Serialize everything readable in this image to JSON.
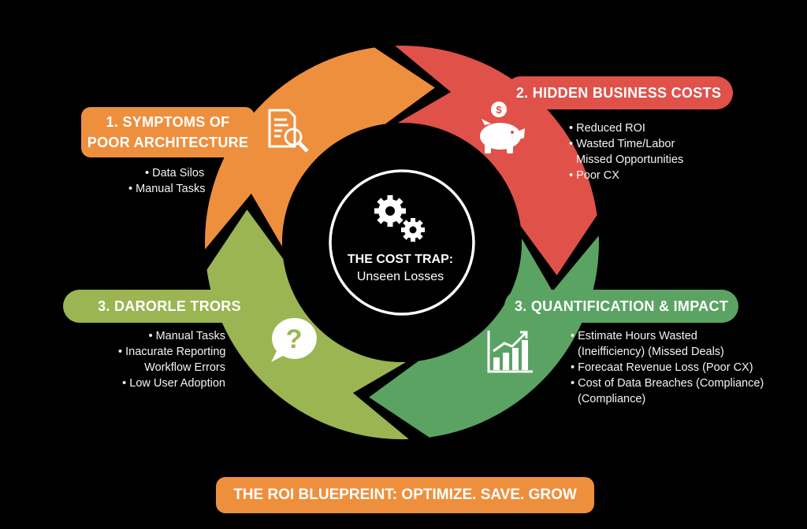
{
  "center": {
    "title": "THE COST TRAP:",
    "subtitle": "Unseen Losses",
    "icon": "gears-icon"
  },
  "stages": [
    {
      "label_line1": "1. SYMPTOMS OF",
      "label_line2": "POOR ARCHITECTURE",
      "color": "#ee8f3e",
      "icon": "document-search-icon",
      "bullets": [
        "• Data Silos",
        "• Manual Tasks"
      ]
    },
    {
      "label": "2. HIDDEN BUSINESS COSTS",
      "color": "#e0514a",
      "icon": "piggy-bank-icon",
      "bullets": [
        "• Reduced ROI",
        "• Wasted Time/Labor",
        "Missed Opportunities",
        "• Poor CX"
      ]
    },
    {
      "label": "3. DARORLE TRORS",
      "color": "#9bb552",
      "icon": "question-bubble-icon",
      "bullets": [
        "• Manual Tasks",
        "• Inacurate Reporting",
        "Workflow Errors",
        "• Low User Adoption"
      ]
    },
    {
      "label": "3. QUANTIFICATION & IMPACT",
      "color": "#5ba363",
      "icon": "growth-chart-icon",
      "bullets": [
        "• Estimate Hours Wasted",
        "(Ineifficiency) (Missed Deals)",
        "• Forecaat Revenue Loss (Poor CX)",
        "• Cost of Data Breaches (Compliance)",
        "(Compliance)"
      ]
    }
  ],
  "banner": {
    "text": "THE ROI BLUEPREINT: OPTIMIZE. SAVE. GROW",
    "color": "#ee8f3e"
  }
}
